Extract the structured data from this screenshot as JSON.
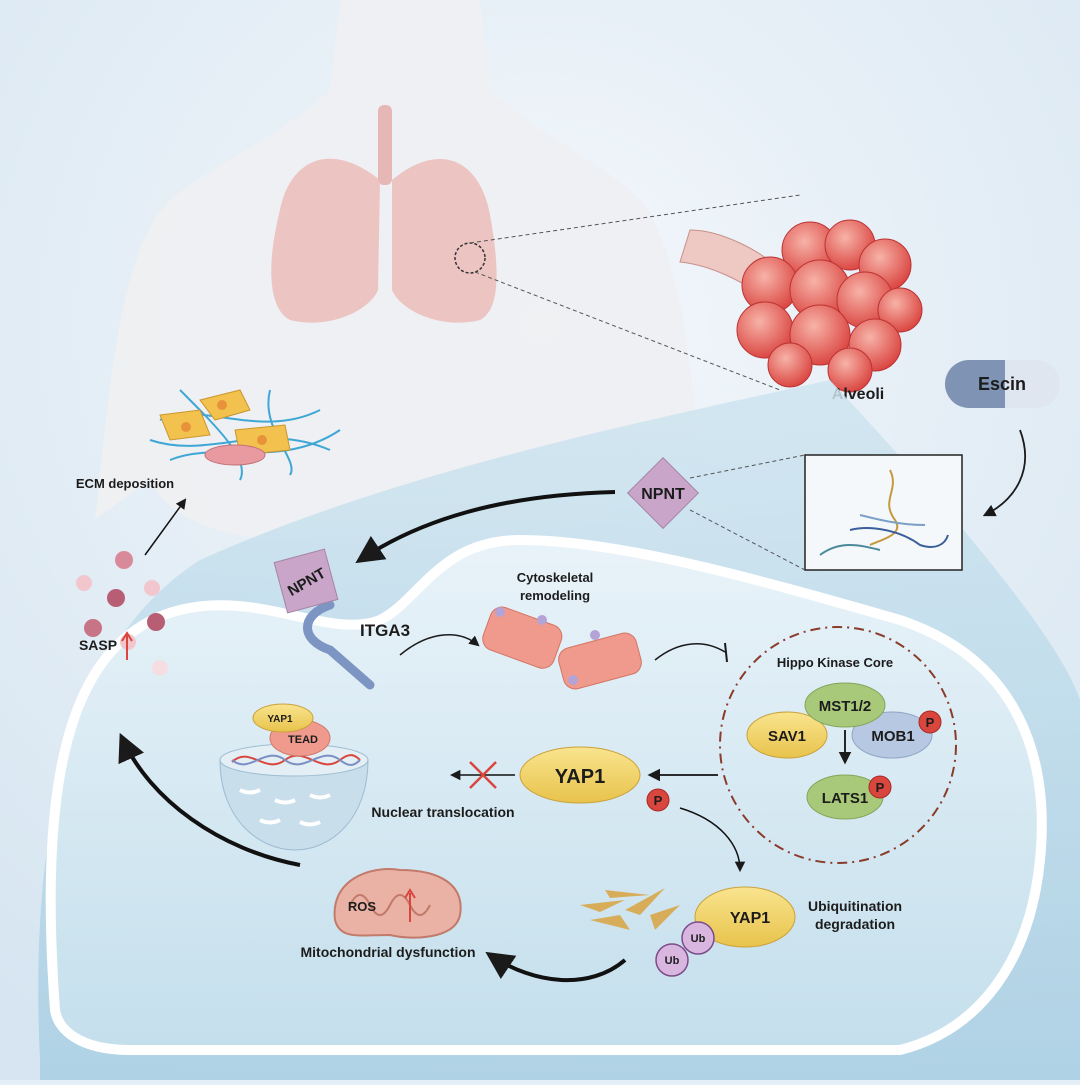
{
  "labels": {
    "alveoli": "Alveoli",
    "escin": "Escin",
    "npnt_free": "NPNT",
    "npnt_bound": "NPNT",
    "itga3": "ITGA3",
    "cytoskeletal_1": "Cytoskeletal",
    "cytoskeletal_2": "remodeling",
    "hippo_title": "Hippo Kinase Core",
    "mst": "MST1/2",
    "sav1": "SAV1",
    "mob1": "MOB1",
    "lats1": "LATS1",
    "phospho": "P",
    "yap1_main": "YAP1",
    "yap1_nuclear": "YAP1",
    "tead": "TEAD",
    "nuclear_translocation": "Nuclear translocation",
    "yap1_degraded": "YAP1",
    "ub": "Ub",
    "ubiquitination_1": "Ubiquitination",
    "ubiquitination_2": "degradation",
    "ros": "ROS",
    "mito": "Mitochondrial dysfunction",
    "sasp": "SASP",
    "ecm": "ECM deposition"
  },
  "colors": {
    "background": "#e4eef6",
    "npnt": "#c9a6c9",
    "yap": "#f0d36a",
    "green": "#a8c97a",
    "blue_protein": "#b7c9e2",
    "phospho": "#d9463e",
    "ub": "#d8b6e0",
    "alveoli": "#e8625e",
    "hippo_border": "#8a3b2a"
  }
}
